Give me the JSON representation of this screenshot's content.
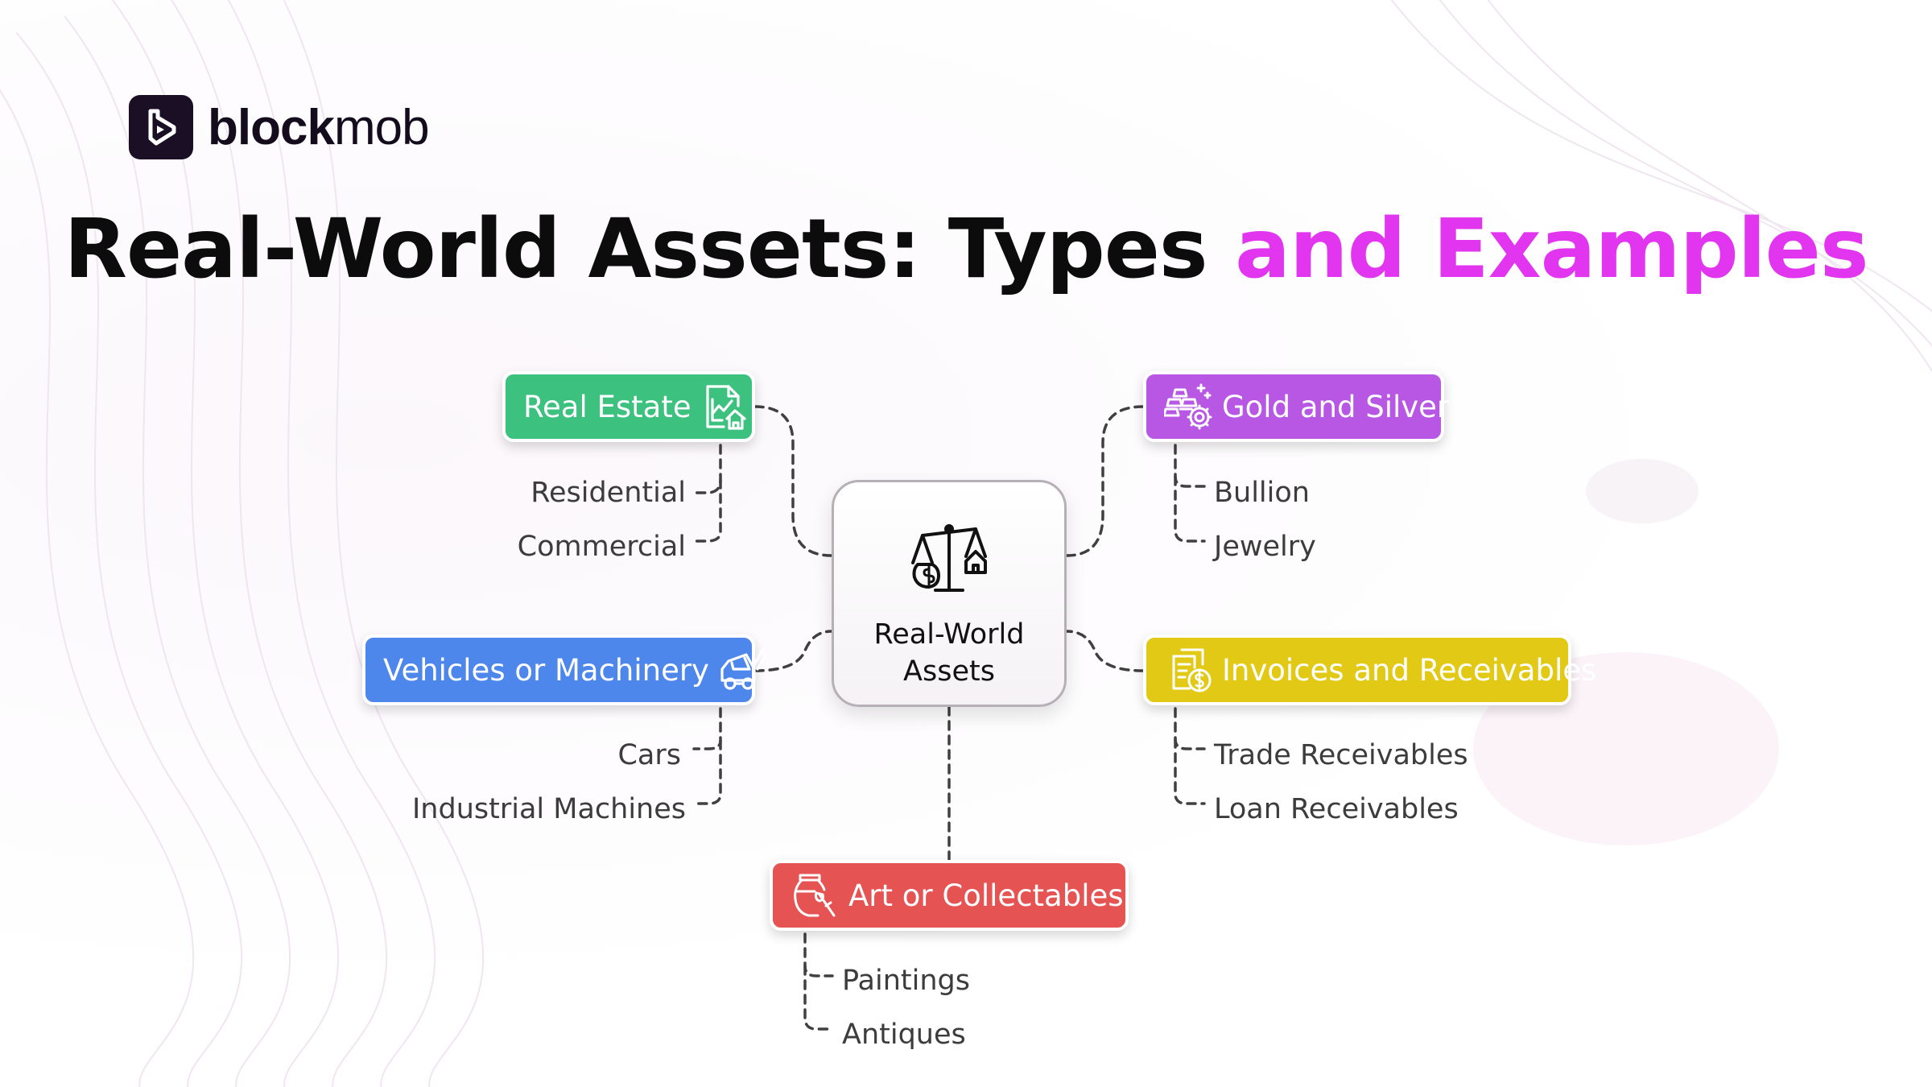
{
  "brand": {
    "name_bold": "block",
    "name_light": "mob"
  },
  "headline": {
    "part1": "Real-World Assets: Types ",
    "part2": "and Examples"
  },
  "colors": {
    "accent": "#e235f0",
    "real_estate": "#3cc17f",
    "gold_silver": "#b757e3",
    "vehicles": "#4d87ec",
    "invoices": "#e2c915",
    "art": "#e65353"
  },
  "center": {
    "label": "Real-World Assets",
    "icon": "scale-money-house-icon"
  },
  "categories": {
    "real_estate": {
      "label": "Real Estate",
      "icon": "property-chart-icon",
      "items": [
        "Residential",
        "Commercial"
      ]
    },
    "gold_silver": {
      "label": "Gold and Silver",
      "icon": "gold-bars-icon",
      "items": [
        "Bullion",
        "Jewelry"
      ]
    },
    "vehicles": {
      "label": "Vehicles or Machinery",
      "icon": "forklift-icon",
      "items": [
        "Cars",
        "Industrial Machines"
      ]
    },
    "invoices": {
      "label": "Invoices and Receivables",
      "icon": "invoice-dollar-icon",
      "items": [
        "Trade Receivables",
        "Loan Receivables"
      ]
    },
    "art": {
      "label": "Art or Collectables",
      "icon": "vase-brush-icon",
      "items": [
        "Paintings",
        "Antiques"
      ]
    }
  }
}
